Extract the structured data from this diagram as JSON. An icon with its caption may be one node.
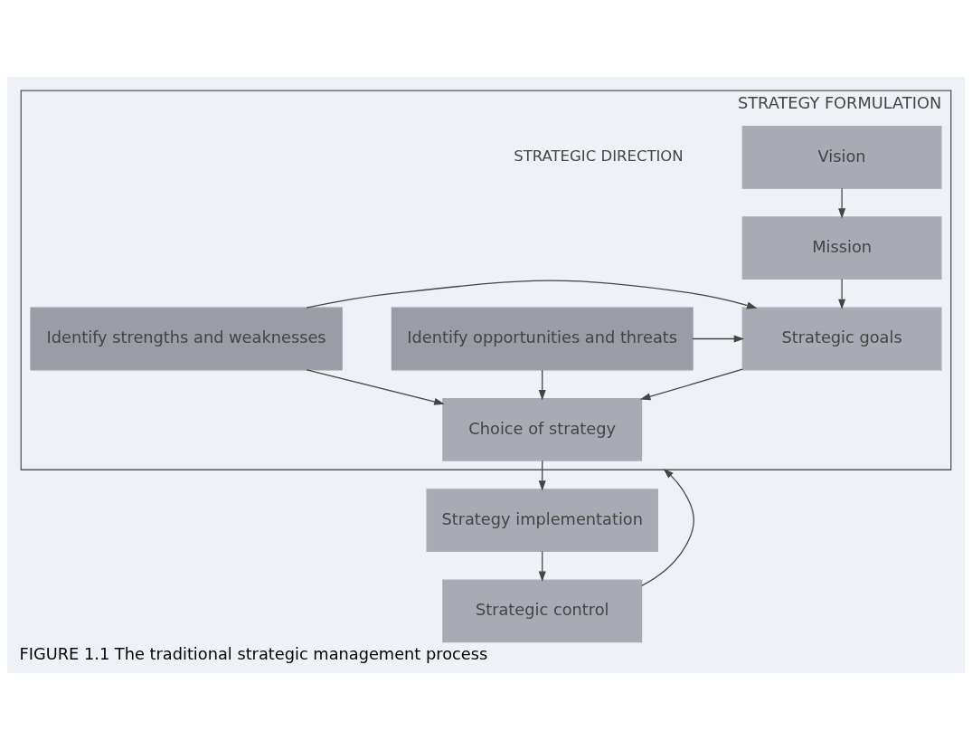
{
  "diagram": {
    "caption": "FIGURE 1.1 The traditional strategic management process",
    "nodes": [
      {
        "text": [
          "STRATEGY FORMULATION"
        ]
      },
      {
        "text": [
          "Vision"
        ],
        "in": 0
      },
      {
        "text": [
          "Mission"
        ],
        "in": 0
      },
      {
        "text": [
          "Identify opportunities and threats"
        ],
        "in": 0
      },
      {
        "text": [
          "Strategic goals"
        ],
        "in": 0
      },
      {
        "text": [
          "Identify strengths and weaknesses"
        ],
        "in": 0
      },
      {
        "text": [
          "Choice of strategy"
        ],
        "in": 0
      },
      {
        "text": [
          "Strategy implementation"
        ]
      },
      {
        "text": [
          "Strategic control"
        ]
      }
    ],
    "edges": [
      {
        "from": 1,
        "to": 2,
        "arrow": "to"
      },
      {
        "from": 2,
        "to": 4,
        "arrow": "to"
      },
      {
        "from": 3,
        "to": 4,
        "arrow": "to"
      },
      {
        "from": 5,
        "to": 4,
        "arrow": "to"
      },
      {
        "from": 4,
        "to": 6,
        "arrow": "to"
      },
      {
        "from": 3,
        "to": 6,
        "arrow": "to"
      },
      {
        "from": 5,
        "to": 6,
        "arrow": "to"
      },
      {
        "from": 6,
        "to": 7,
        "arrow": "to"
      },
      {
        "from": 7,
        "to": 8,
        "arrow": "to"
      },
      {
        "from": 8,
        "to": 0,
        "arrow": "to"
      }
    ],
    "labels": [
      "STRATEGIC DIRECTION"
    ]
  }
}
